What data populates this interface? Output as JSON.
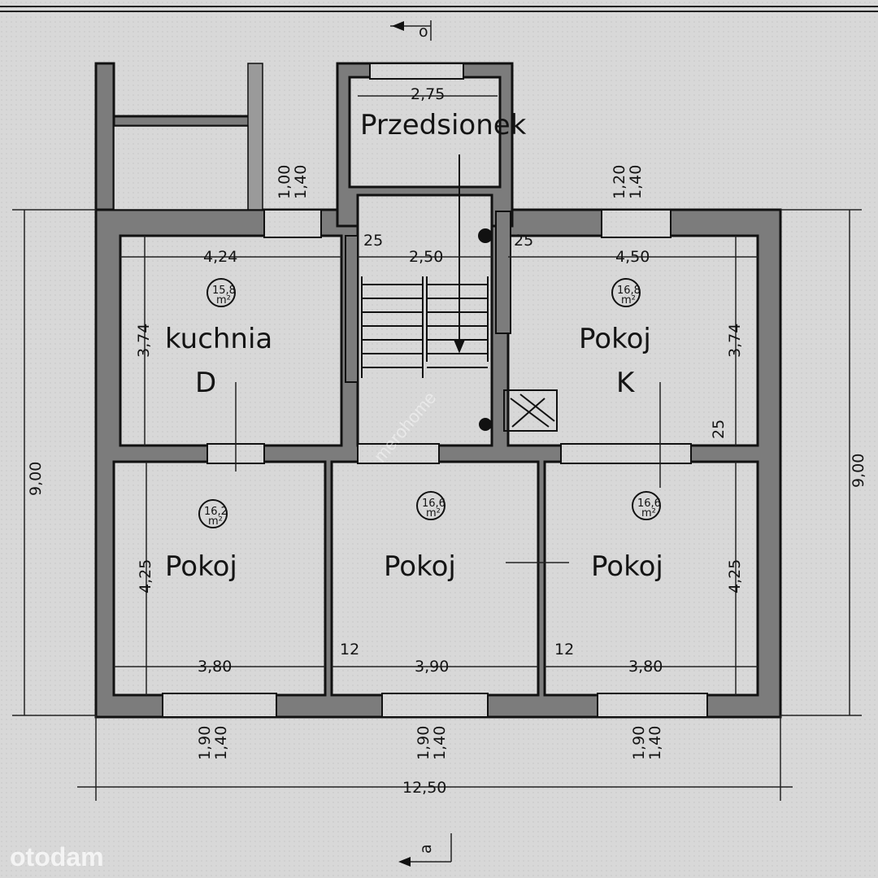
{
  "logo": "otodam",
  "watermark": "merohome",
  "section_markers": {
    "top": "o",
    "bottom": "a"
  },
  "rooms": {
    "vestibule": {
      "name": "Przedsionek",
      "width": "2,75"
    },
    "kitchen": {
      "name": "kuchnia",
      "area": "15,8",
      "unit": "m²",
      "mark": "D",
      "width": "4,24",
      "depth": "3,74"
    },
    "room_top_right": {
      "name": "Pokoj",
      "area": "16,8",
      "unit": "m²",
      "mark": "K",
      "width": "4,50",
      "depth": "3,74"
    },
    "room_bottom_left": {
      "name": "Pokoj",
      "area": "16,2",
      "unit": "m²",
      "width": "3,80",
      "depth": "4,25"
    },
    "room_bottom_middle": {
      "name": "Pokoj",
      "area": "16,6",
      "unit": "m²",
      "width": "3,90"
    },
    "room_bottom_right": {
      "name": "Pokoj",
      "area": "16,6",
      "unit": "m²",
      "width": "3,80",
      "depth": "4,25"
    }
  },
  "stair": {
    "width": "2,50",
    "wall_left": "25",
    "wall_right": "25"
  },
  "walls": {
    "right_partition": "25",
    "inner_left": "12",
    "inner_right": "12"
  },
  "windows": {
    "kitchen": {
      "top": "1,00",
      "bottom": "1,40"
    },
    "top_right": {
      "top": "1,20",
      "bottom": "1,40"
    },
    "bottom_left": {
      "top": "1,90",
      "bottom": "1,40"
    },
    "bottom_middle": {
      "top": "1,90",
      "bottom": "1,40"
    },
    "bottom_right": {
      "top": "1,90",
      "bottom": "1,40"
    }
  },
  "overall": {
    "depth_left": "9,00",
    "depth_right": "9,00",
    "width": "12,50"
  }
}
